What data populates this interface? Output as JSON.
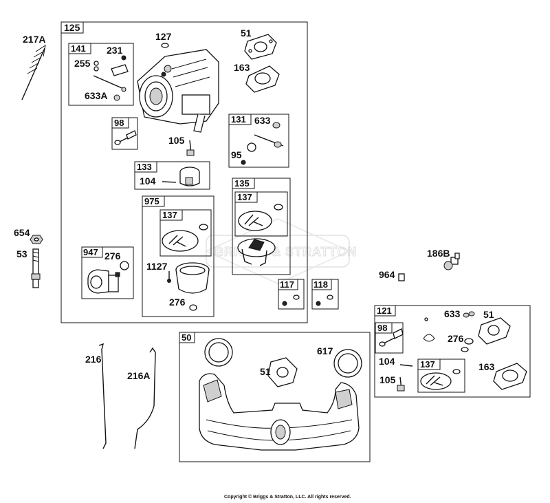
{
  "watermark": {
    "text": "BRIGGS & STRATTON"
  },
  "copyright": "Copyright © Briggs & Stratton, LLC. All rights reserved.",
  "groups": {
    "g125": "125",
    "g141": "141",
    "g98a": "98",
    "g133": "133",
    "g131": "131",
    "g975": "975",
    "g137a": "137",
    "g135": "135",
    "g137b": "137",
    "g947": "947",
    "g117": "117",
    "g118": "118",
    "g50": "50",
    "g121": "121",
    "g98b": "98",
    "g137c": "137"
  },
  "parts": {
    "p217A": "217A",
    "p654": "654",
    "p53": "53",
    "p127": "127",
    "p51a": "51",
    "p163a": "163",
    "p231": "231",
    "p255": "255",
    "p633A": "633A",
    "p105a": "105",
    "p633a": "633",
    "p95": "95",
    "p104a": "104",
    "p276a": "276",
    "p1127": "1127",
    "p276b": "276",
    "p186B": "186B",
    "p964": "964",
    "p633b": "633",
    "p51b": "51",
    "p276c": "276",
    "p104b": "104",
    "p105b": "105",
    "p163b": "163",
    "p216": "216",
    "p216A": "216A",
    "p51c": "51",
    "p617": "617"
  }
}
